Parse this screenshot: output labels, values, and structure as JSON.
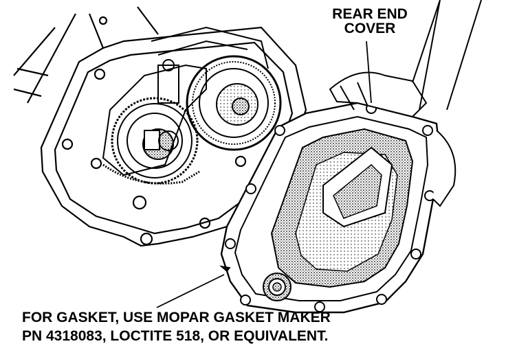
{
  "labels": {
    "rear_end_cover": {
      "line1": "REAR END",
      "line2": "COVER"
    },
    "gasket_note": {
      "line1": "FOR GASKET, USE MOPAR GASKET MAKER",
      "line2": "PN 4318083, LOCTITE 518, OR EQUIVALENT."
    }
  },
  "colors": {
    "ink": "#000000",
    "paper": "#ffffff",
    "shade": "#7a7a7a"
  }
}
